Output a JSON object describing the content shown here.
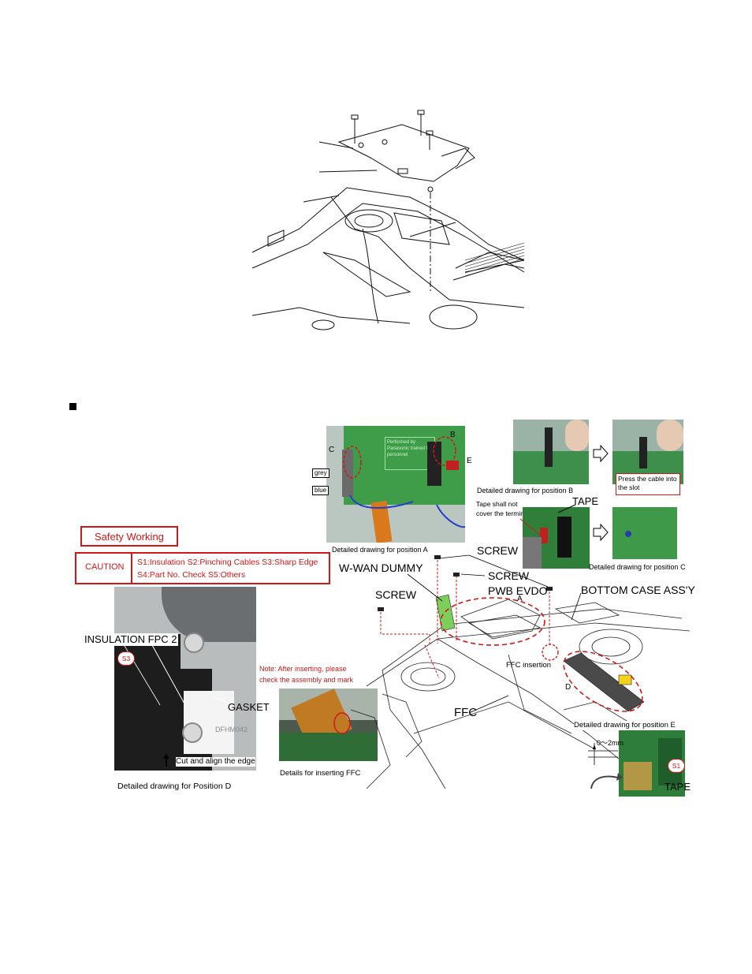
{
  "top_figure": {
    "name": "exploded-view-pwb-assembly"
  },
  "section_bullet": "■",
  "safety": {
    "title": "Safety Working",
    "caution_label": "CAUTION",
    "caution_line1": "S1:Insulation  S2:Pinching Cables  S3:Sharp Edge",
    "caution_line2": "S4:Part No. Check  S5:Others"
  },
  "position_a": {
    "caption": "Detailed drawing for position A",
    "board_text": "Performed by Panasonic trained IT personnel",
    "label_c": "C",
    "label_b": "B",
    "label_e": "E",
    "tag_grey": "grey",
    "tag_blue": "blue"
  },
  "position_b": {
    "caption": "Detailed drawing for position B",
    "note": "Press the cable into the slot"
  },
  "position_c": {
    "caption": "Detailed drawing for position C",
    "tape_label": "TAPE",
    "tape_note": "Tape shall not cover the terminal"
  },
  "main_labels": {
    "screw_top": "SCREW",
    "screw_mid": "SCREW",
    "screw_left": "SCREW",
    "wwan": "W-WAN DUMMY",
    "pwb": "PWB EVDO",
    "bottom_case": "BOTTOM CASE ASS'Y",
    "ffc": "FFC",
    "ffc_insertion": "FFC insertion",
    "label_a": "A",
    "label_d": "D"
  },
  "position_d": {
    "caption": "Detailed drawing for Position D",
    "insulation": "INSULATION FPC 2",
    "gasket": "GASKET",
    "cut_align": "Cut and align the edge",
    "s3": "S3",
    "photo_mark": "DFHM042"
  },
  "ffc_detail": {
    "note_line1": "Note: After inserting, please",
    "note_line2": "check the assembly and mark",
    "caption": "Details for inserting FFC"
  },
  "position_e": {
    "caption": "Detailed drawing for position E",
    "gap": "0～2mm",
    "s1": "S1",
    "tape": "TAPE"
  },
  "colors": {
    "accent_red": "#d01818",
    "pcb_green": "#3f9d4a",
    "wwan_green": "#7ccf5a",
    "tape_yellow": "#f2d21a"
  }
}
